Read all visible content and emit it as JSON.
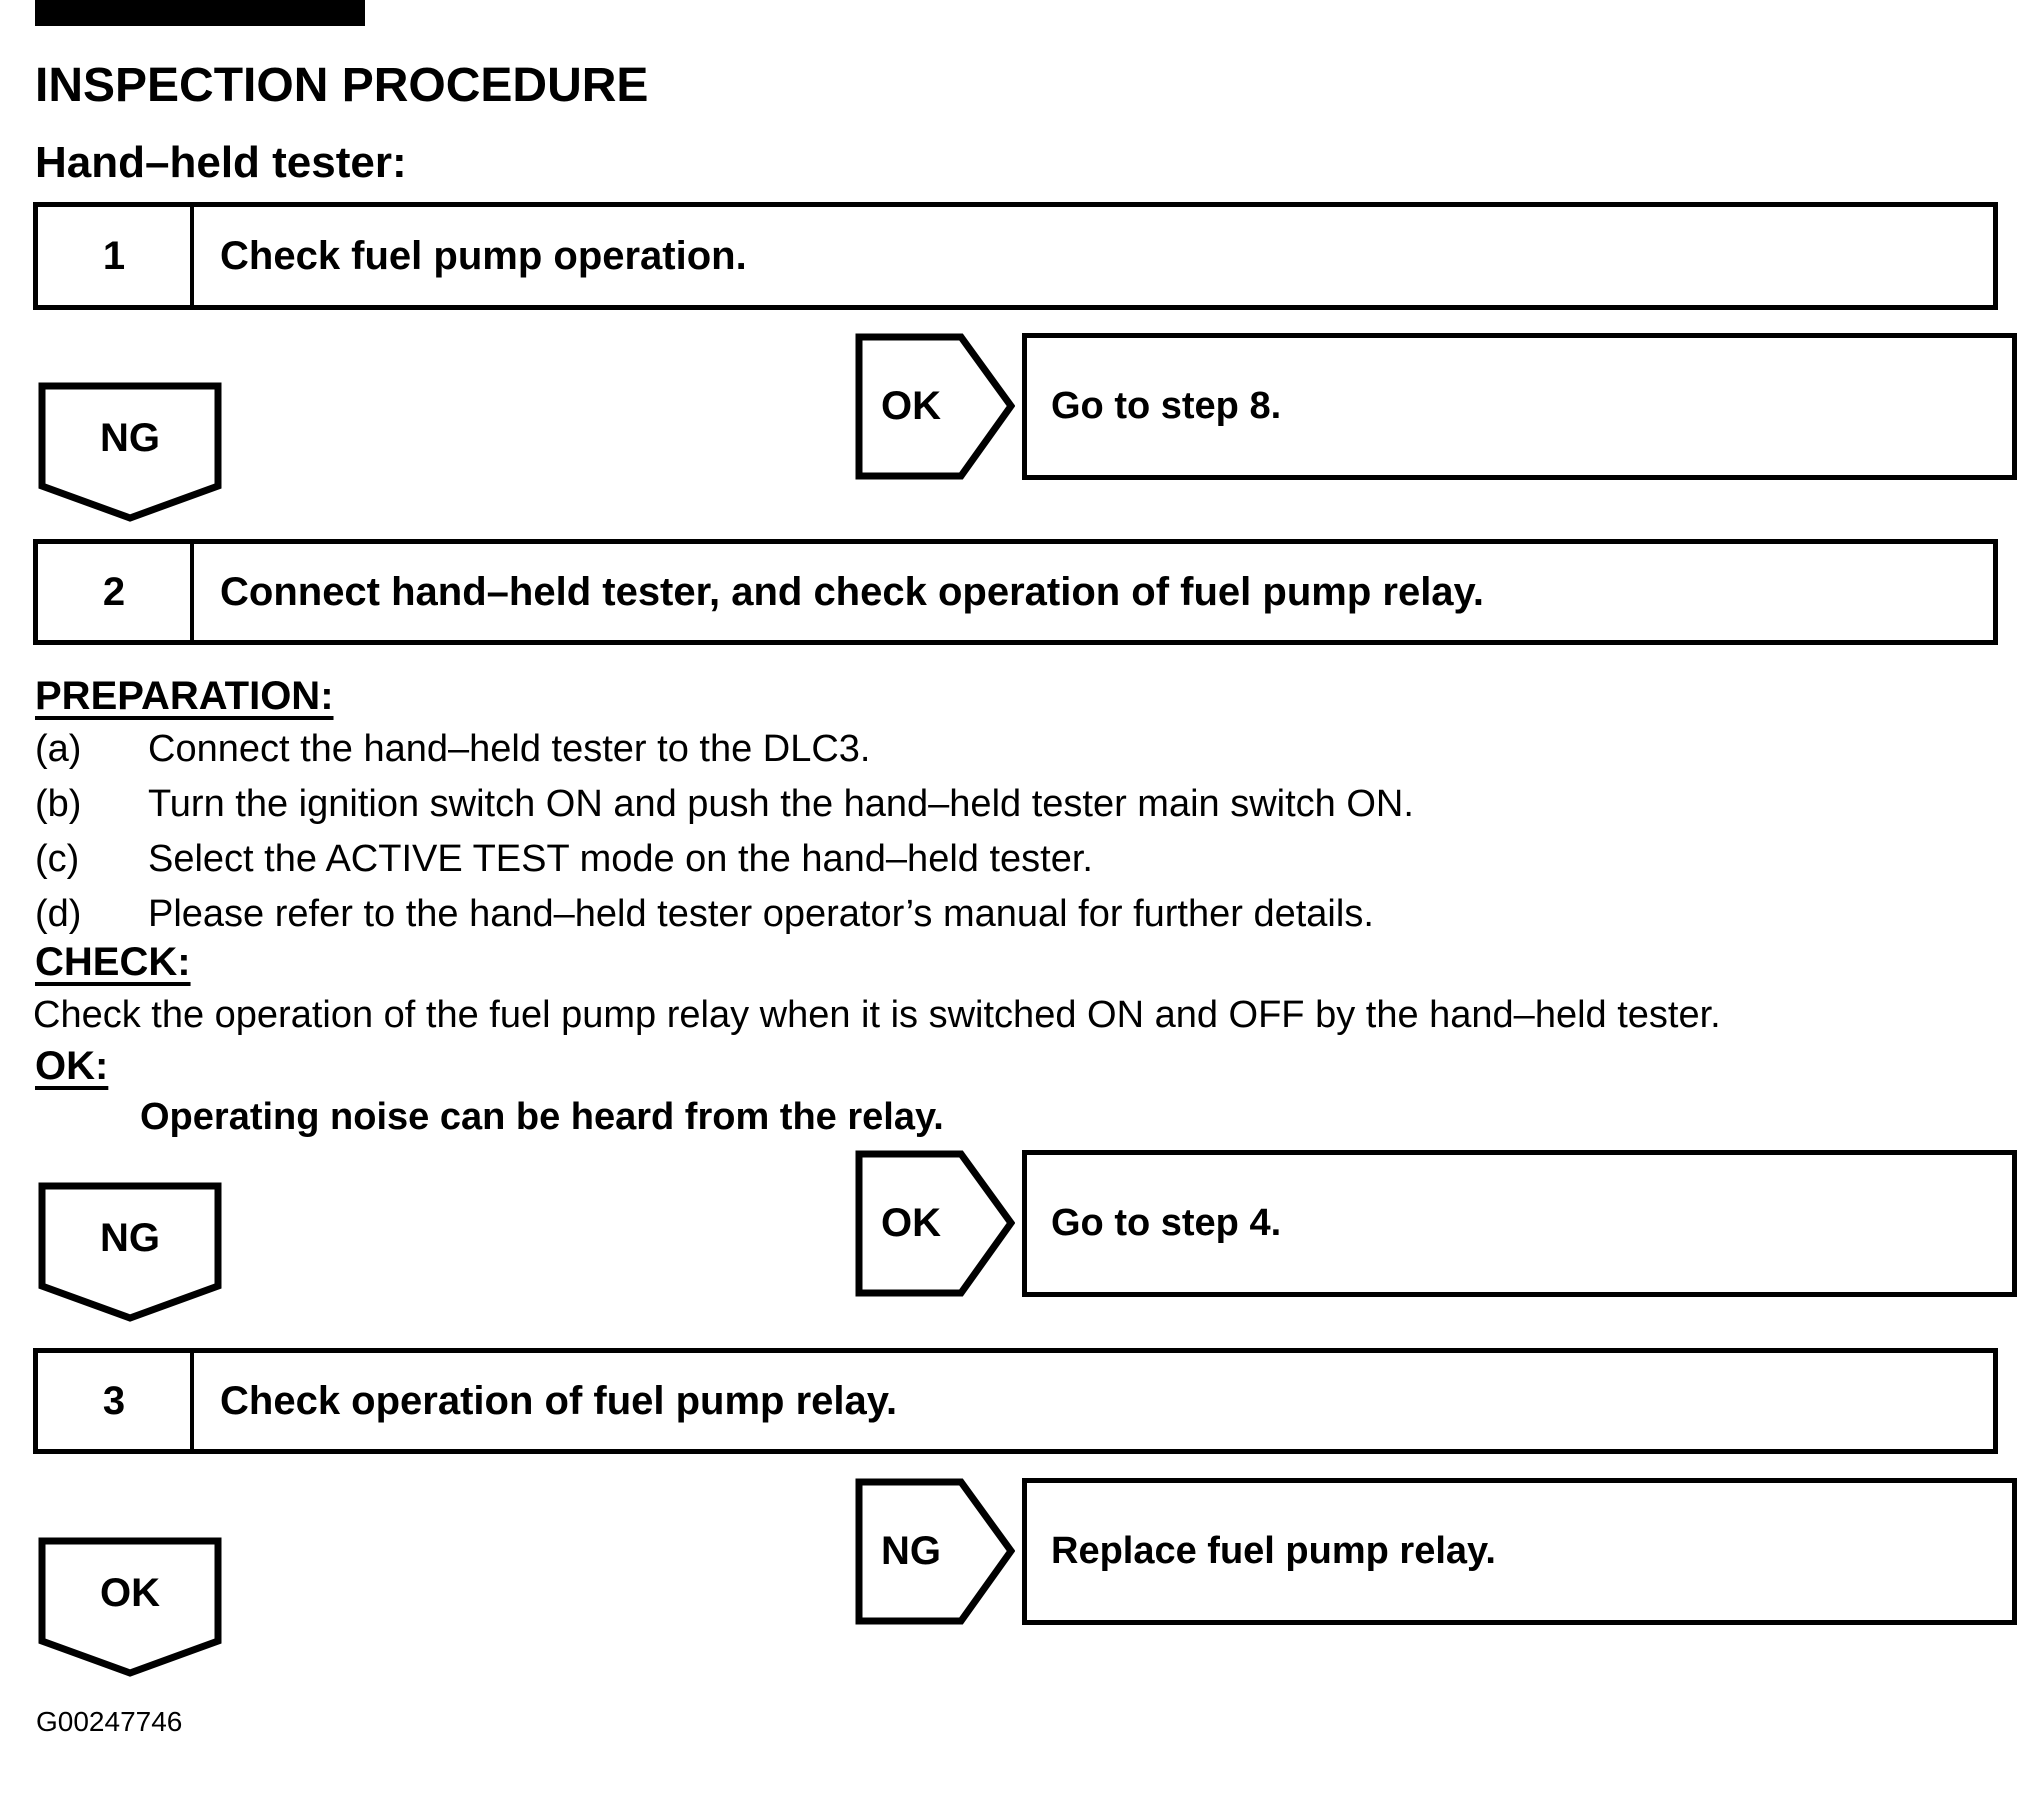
{
  "page": {
    "title": "INSPECTION PROCEDURE",
    "subtitle": "Hand–held tester:",
    "figure_code": "G00247746"
  },
  "colors": {
    "ink": "#000000",
    "paper": "#ffffff"
  },
  "steps": [
    {
      "number": "1",
      "label": "Check fuel pump operation."
    },
    {
      "number": "2",
      "label": "Connect hand–held tester, and check operation of fuel pump relay."
    },
    {
      "number": "3",
      "label": "Check operation of fuel pump relay."
    }
  ],
  "branches": [
    {
      "arrow_label": "OK",
      "result": "Go to step 8.",
      "down_label": "NG"
    },
    {
      "arrow_label": "OK",
      "result": "Go to step 4.",
      "down_label": "NG"
    },
    {
      "arrow_label": "NG",
      "result": "Replace fuel pump relay.",
      "down_label": "OK"
    }
  ],
  "sections": {
    "preparation": {
      "heading": "PREPARATION:",
      "items": [
        {
          "marker": "(a)",
          "text": "Connect the hand–held tester to the DLC3."
        },
        {
          "marker": "(b)",
          "text": "Turn the ignition switch ON and push the hand–held tester main switch ON."
        },
        {
          "marker": "(c)",
          "text": "Select the ACTIVE TEST mode on the hand–held tester."
        },
        {
          "marker": "(d)",
          "text": "Please refer to the hand–held tester operator’s manual for further details."
        }
      ]
    },
    "check": {
      "heading": "CHECK:",
      "text": "Check the operation of the fuel pump relay when it is switched ON and OFF by the hand–held tester."
    },
    "ok": {
      "heading": "OK:",
      "text": "Operating noise can be heard from the relay."
    }
  }
}
